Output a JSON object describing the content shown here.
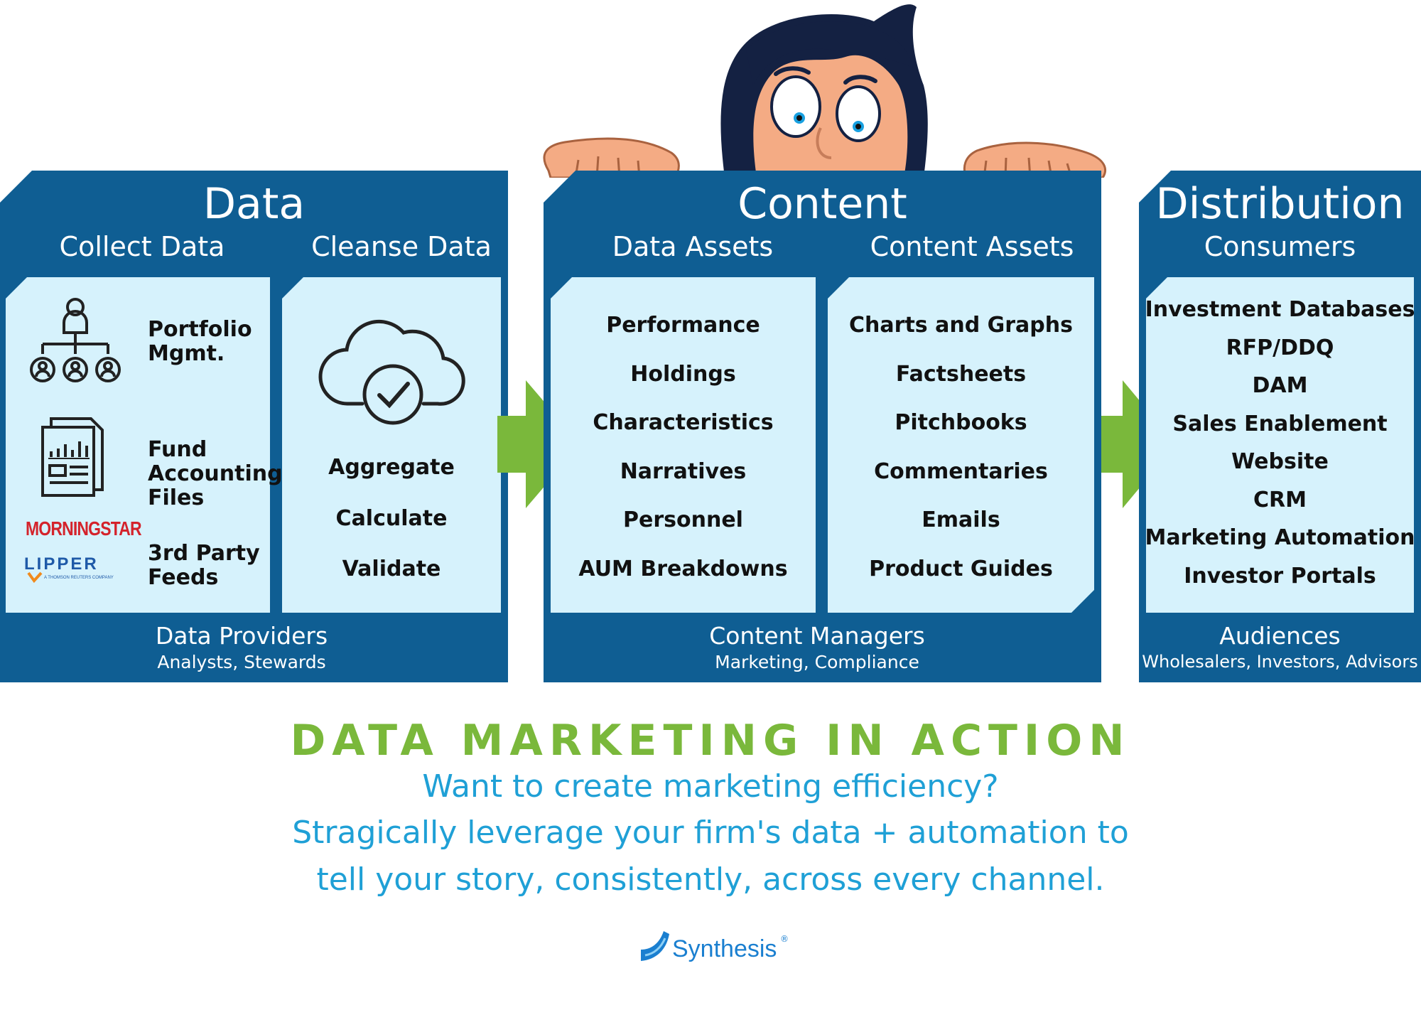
{
  "data_column": {
    "title": "Data",
    "sub_left": "Collect Data",
    "sub_right": "Cleanse Data",
    "sources": [
      {
        "label": "Portfolio\nMgmt."
      },
      {
        "label": "Fund\nAccounting\nFiles"
      },
      {
        "label": "3rd Party\nFeeds"
      }
    ],
    "logos": {
      "morningstar": "MORNINGSTAR",
      "lipper": "LIPPER",
      "lipper_tag": "A THOMSON REUTERS COMPANY"
    },
    "cleanse_items": [
      "Aggregate",
      "Calculate",
      "Validate"
    ],
    "footer_main": "Data Providers",
    "footer_sub": "Analysts, Stewards"
  },
  "content_column": {
    "title": "Content",
    "sub_left": "Data Assets",
    "sub_right": "Content Assets",
    "data_assets": [
      "Performance",
      "Holdings",
      "Characteristics",
      "Narratives",
      "Personnel",
      "AUM Breakdowns"
    ],
    "content_assets": [
      "Charts and Graphs",
      "Factsheets",
      "Pitchbooks",
      "Commentaries",
      "Emails",
      "Product Guides"
    ],
    "footer_main": "Content Managers",
    "footer_sub": "Marketing, Compliance"
  },
  "distribution_column": {
    "title": "Distribution",
    "sub": "Consumers",
    "consumers": [
      "Investment Databases",
      "RFP/DDQ",
      "DAM",
      "Sales Enablement",
      "Website",
      "CRM",
      "Marketing Automation",
      "Investor Portals"
    ],
    "footer_main": "Audiences",
    "footer_sub": "Wholesalers, Investors, Advisors"
  },
  "headline": "DATA MARKETING IN ACTION",
  "tagline": [
    "Want to create marketing efficiency?",
    "Stragically leverage your firm's data + automation to",
    "tell your story, consistently, across every channel."
  ],
  "brand": {
    "name": "Synthesis",
    "mark": "®"
  },
  "colors": {
    "column_blue": "#0f5e93",
    "panel_light": "#d6f2fc",
    "arrow_green": "#7ab83b",
    "headline_green": "#7ab83b",
    "tagline_blue": "#1fa0d6"
  },
  "icons": [
    "org-chart-icon",
    "report-document-icon",
    "cloud-check-icon",
    "flow-arrow-icon",
    "cartoon-character-illustration"
  ]
}
